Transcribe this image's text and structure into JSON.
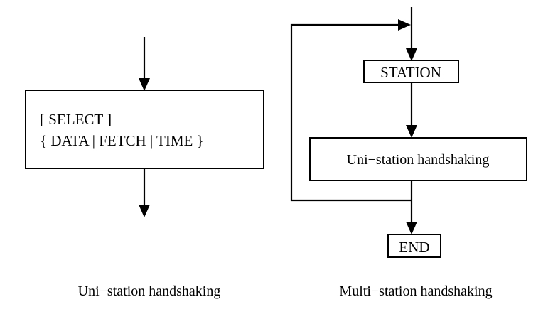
{
  "figure": {
    "type": "flowchart",
    "background": "#ffffff",
    "stroke_color": "#000000"
  },
  "panels": [
    {
      "id": "uni-station",
      "caption": "Uni−station handshaking",
      "nodes": [
        {
          "id": "select-box",
          "shape": "rectangle",
          "lines": [
            "[ SELECT ]",
            "{ DATA | FETCH | TIME }"
          ]
        }
      ],
      "edges": [
        {
          "id": "entry-arrow",
          "from": "top",
          "to": "select-box",
          "arrow": "down"
        },
        {
          "id": "exit-arrow",
          "from": "select-box",
          "to": "bottom",
          "arrow": "down"
        }
      ]
    },
    {
      "id": "multi-station",
      "caption": "Multi−station handshaking",
      "nodes": [
        {
          "id": "station-box",
          "shape": "rectangle",
          "lines": [
            "STATION"
          ]
        },
        {
          "id": "uni-handshake-box",
          "shape": "rectangle",
          "lines": [
            "Uni−station handshaking"
          ]
        },
        {
          "id": "end-box",
          "shape": "rectangle",
          "lines": [
            "END"
          ]
        }
      ],
      "edges": [
        {
          "id": "entry-arrow",
          "from": "top",
          "to": "station-box",
          "arrow": "down"
        },
        {
          "id": "station-to-handshake",
          "from": "station-box",
          "to": "uni-handshake-box",
          "arrow": "down"
        },
        {
          "id": "handshake-to-end",
          "from": "uni-handshake-box",
          "to": "end-box",
          "arrow": "down"
        },
        {
          "id": "feedback-loop",
          "from": "uni-handshake-box",
          "to": "entry-arrow",
          "arrow": "right"
        }
      ]
    }
  ]
}
